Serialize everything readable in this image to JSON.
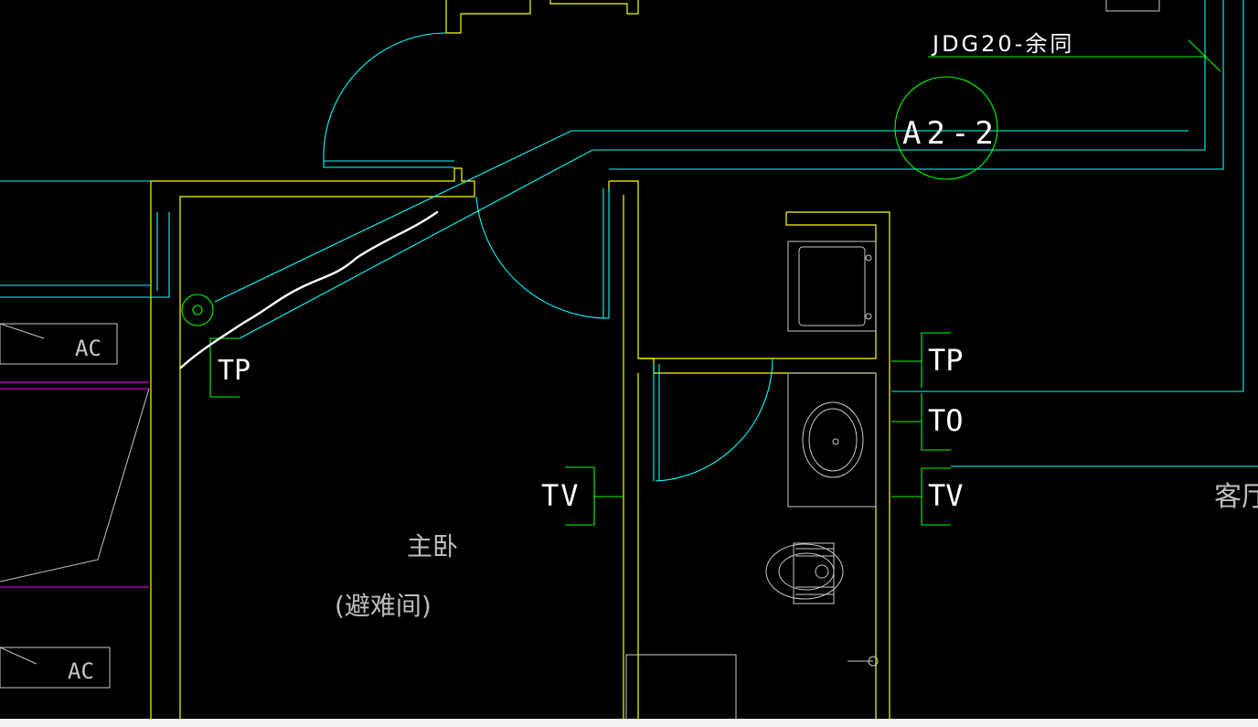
{
  "labels": {
    "conduit_note": "JDG20-余同",
    "callout_ref": "A2-2",
    "tp_left": "TP",
    "tv_mid": "TV",
    "tp_right": "TP",
    "to_right": "TO",
    "tv_right": "TV",
    "room_name": "主卧",
    "room_sub": "(避难间)",
    "living_room": "客厅",
    "ac_top": "AC",
    "ac_bottom": "AC"
  },
  "colors": {
    "wall": "#ffff00",
    "cyan": "#00ffff",
    "green": "#00ff00",
    "white": "#ffffff",
    "magenta": "#ff00ff",
    "gray": "#c8c8c8"
  }
}
